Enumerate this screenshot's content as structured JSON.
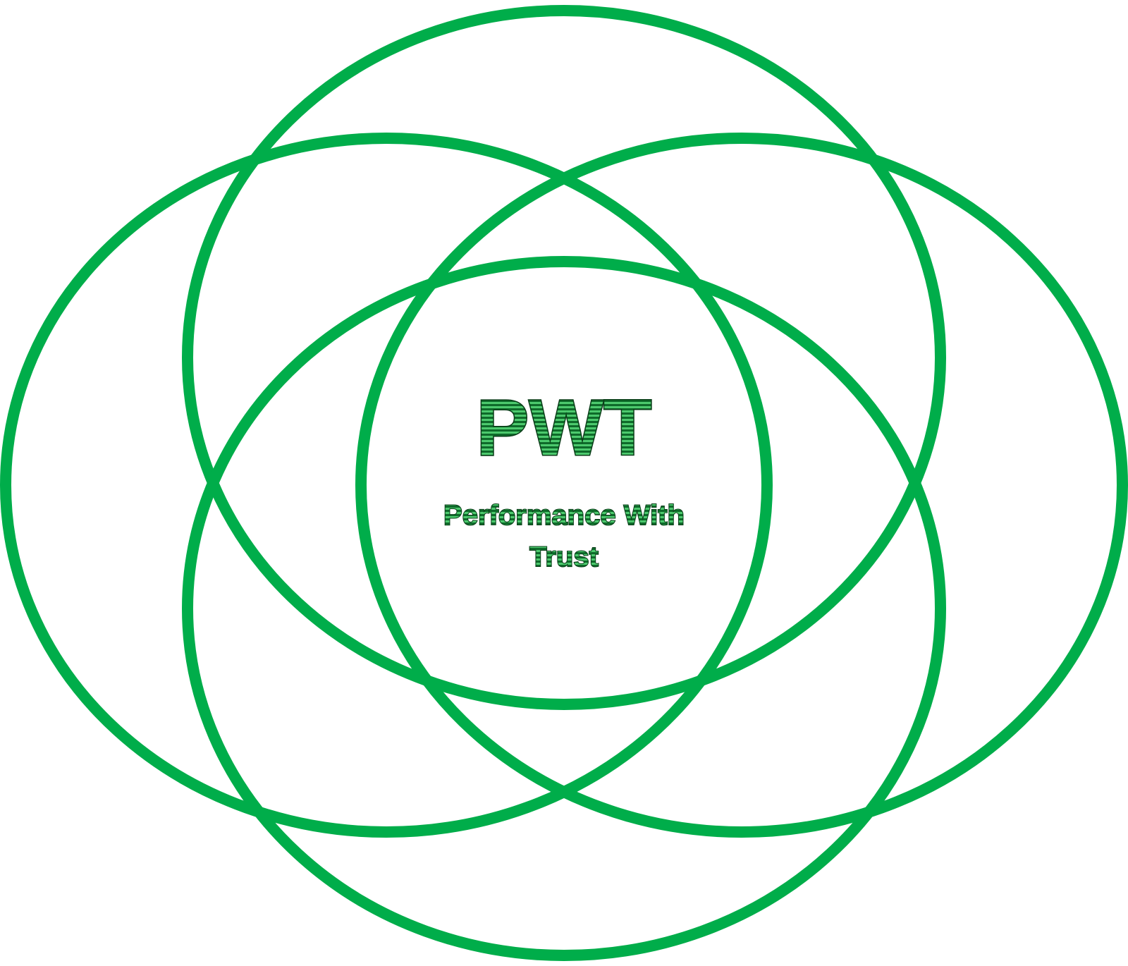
{
  "diagram": {
    "title": "PWT",
    "subtitle_line1": "Performance With",
    "subtitle_line2": "Trust"
  },
  "colors": {
    "ring_stroke": "#00ad4a",
    "text_fill_light": "#4cc96d",
    "text_fill_dark": "#0e6a2a",
    "text_outline": "#0a3d18"
  }
}
